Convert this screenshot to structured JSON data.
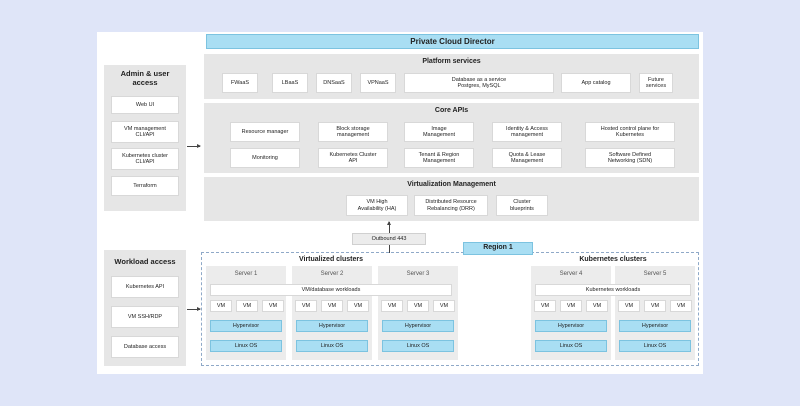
{
  "pcd_title": "Private Cloud Director",
  "admin": {
    "title": "Admin & user\naccess",
    "items": [
      "Web UI",
      "VM management\nCLI/API",
      "Kubernetes cluster\nCLI/API",
      "Terraform"
    ]
  },
  "workload": {
    "title": "Workload access",
    "items": [
      "Kubernetes API",
      "VM SSH/RDP",
      "Database access"
    ]
  },
  "platform": {
    "title": "Platform services",
    "items": [
      "FWaaS",
      "LBaaS",
      "DNSaaS",
      "VPNaaS",
      "Database as a service\nPostgres, MySQL",
      "App catalog",
      "Future\nservices"
    ]
  },
  "core": {
    "title": "Core APIs",
    "row1": [
      "Resource manager",
      "Block storage\nmanagement",
      "Image\nManagement",
      "Identity & Access\nmanagement",
      "Hosted control plane for\nKubernetes"
    ],
    "row2": [
      "Monitoring",
      "Kubernetes  Cluster\nAPI",
      "Tenant & Region\nManagement",
      "Quota & Lease\nManagement",
      "Software Defined\nNetworking (SDN)"
    ]
  },
  "virt_mgmt": {
    "title": "Virtualization Management",
    "items": [
      "VM High\nAvailability (HA)",
      "Distributed Resource\nRebalancing (DRR)",
      "Cluster\nblueprints"
    ]
  },
  "outbound": "Outbound 443",
  "region": "Region 1",
  "virtualized": {
    "title": "Virtualized clusters",
    "workloads": "VM/database workloads",
    "servers": [
      "Server 1",
      "Server 2",
      "Server 3"
    ]
  },
  "kubernetes": {
    "title": "Kubernetes clusters",
    "workloads": "Kubernetes workloads",
    "servers": [
      "Server 4",
      "Server 5"
    ]
  },
  "vm_label": "VM",
  "hypervisor_label": "Hypervisor",
  "linux_label": "Linux OS",
  "colors": {
    "background": "#dfe5f8",
    "accent_blue": "#a9def3",
    "panel_grey": "#e6e6e6"
  }
}
